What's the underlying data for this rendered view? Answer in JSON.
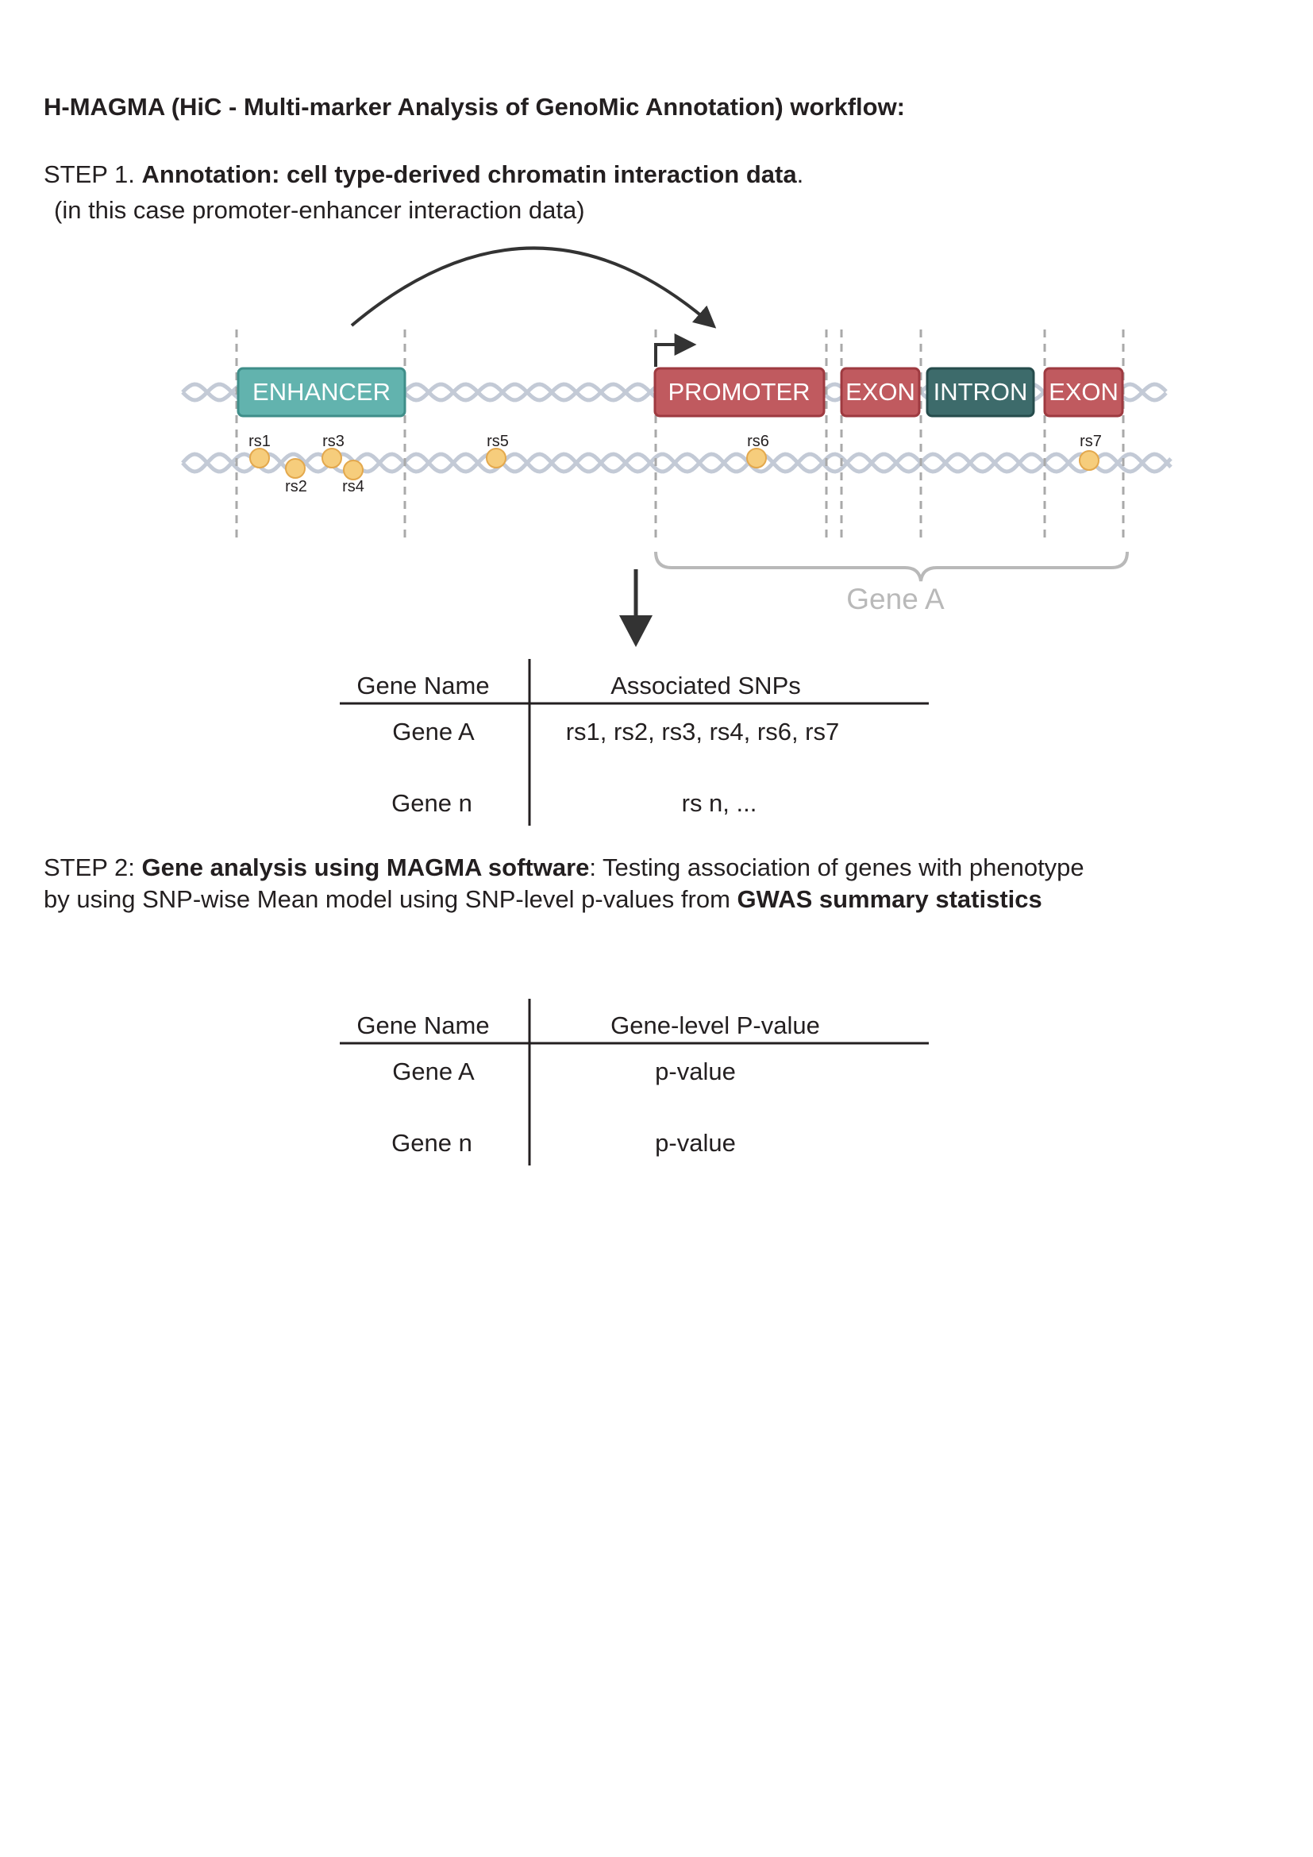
{
  "title": "H-MAGMA (HiC - Multi-marker Analysis of GenoMic Annotation) workflow:",
  "step1": {
    "prefix": "STEP 1. ",
    "bold": "Annotation: cell type-derived chromatin interaction data",
    "suffix": ".",
    "subtitle": "(in this case promoter-enhancer interaction data)"
  },
  "diagram": {
    "regions": [
      {
        "id": "enhancer",
        "label": "ENHANCER",
        "color": "#62b3ae",
        "border": "#3f8e89"
      },
      {
        "id": "promoter",
        "label": "PROMOTER",
        "color": "#c05a5f",
        "border": "#9e3a40"
      },
      {
        "id": "exon1",
        "label": "EXON",
        "color": "#c05a5f",
        "border": "#9e3a40"
      },
      {
        "id": "intron",
        "label": "INTRON",
        "color": "#3d6b6b",
        "border": "#264c4c"
      },
      {
        "id": "exon2",
        "label": "EXON",
        "color": "#c05a5f",
        "border": "#9e3a40"
      }
    ],
    "snps": [
      "rs1",
      "rs2",
      "rs3",
      "rs4",
      "rs5",
      "rs6",
      "rs7"
    ],
    "gene_label": "Gene A",
    "colors": {
      "dna": "#c3cad6",
      "snp_fill": "#f6cd7c",
      "snp_stroke": "#e3a84d",
      "gene_brace": "#b9b9b9",
      "arrow": "#333333"
    }
  },
  "table1": {
    "headers": [
      "Gene Name",
      "Associated SNPs"
    ],
    "rows": [
      [
        "Gene A",
        "rs1, rs2, rs3, rs4,  rs6, rs7"
      ],
      [
        "Gene n",
        "rs n, ..."
      ]
    ]
  },
  "step2": {
    "prefix": "STEP 2: ",
    "bold1": "Gene analysis using MAGMA software",
    "middle": ": Testing association of genes with phenotype by using SNP-wise Mean model using SNP-level p-values from ",
    "bold2": "GWAS summary statistics"
  },
  "table2": {
    "headers": [
      "Gene Name",
      "Gene-level P-value"
    ],
    "rows": [
      [
        "Gene A",
        "p-value"
      ],
      [
        "Gene n",
        "p-value"
      ]
    ]
  }
}
